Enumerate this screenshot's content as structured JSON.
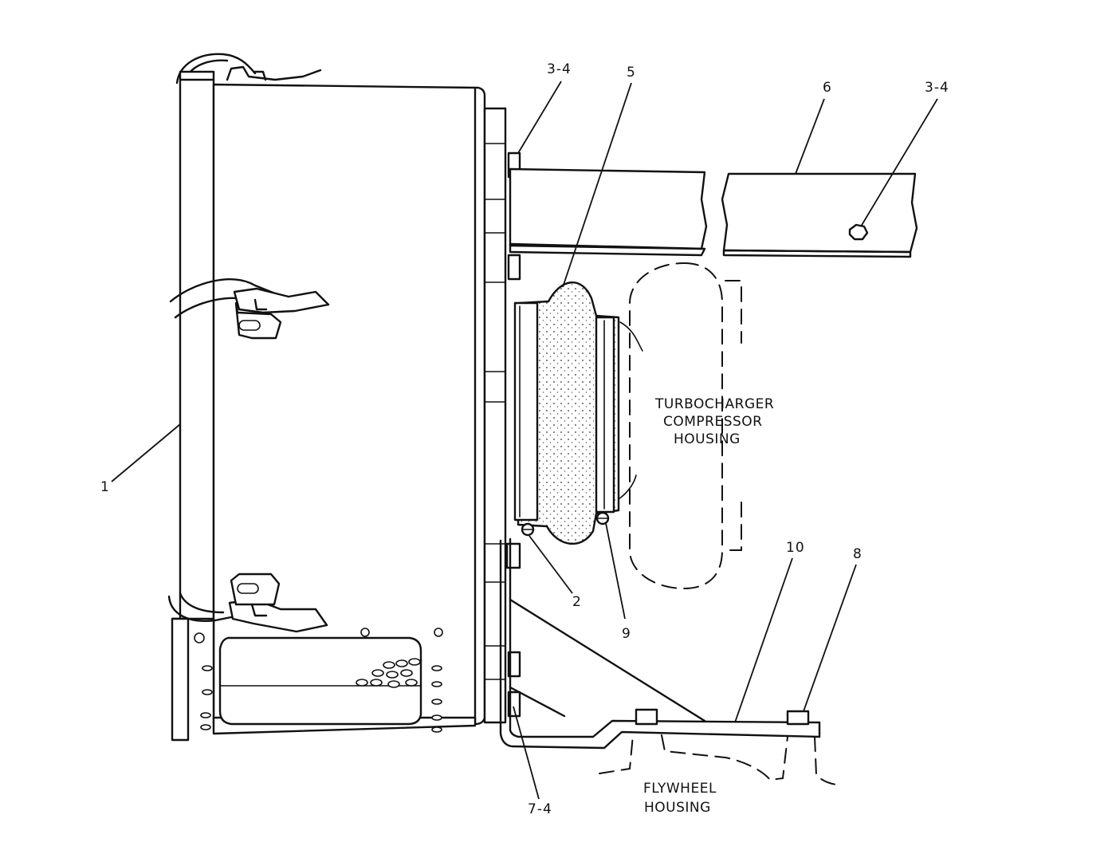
{
  "callouts": {
    "c1": "1",
    "c2": "2",
    "c3a": "3-4",
    "c3b": "3-4",
    "c5": "5",
    "c6": "6",
    "c7": "7-4",
    "c8": "8",
    "c9": "9",
    "c10": "10"
  },
  "labels": {
    "turbo_line1": "TURBOCHARGER",
    "turbo_line2": "COMPRESSOR",
    "turbo_line3": "HOUSING",
    "flywheel_line1": "FLYWHEEL",
    "flywheel_line2": "HOUSING"
  }
}
